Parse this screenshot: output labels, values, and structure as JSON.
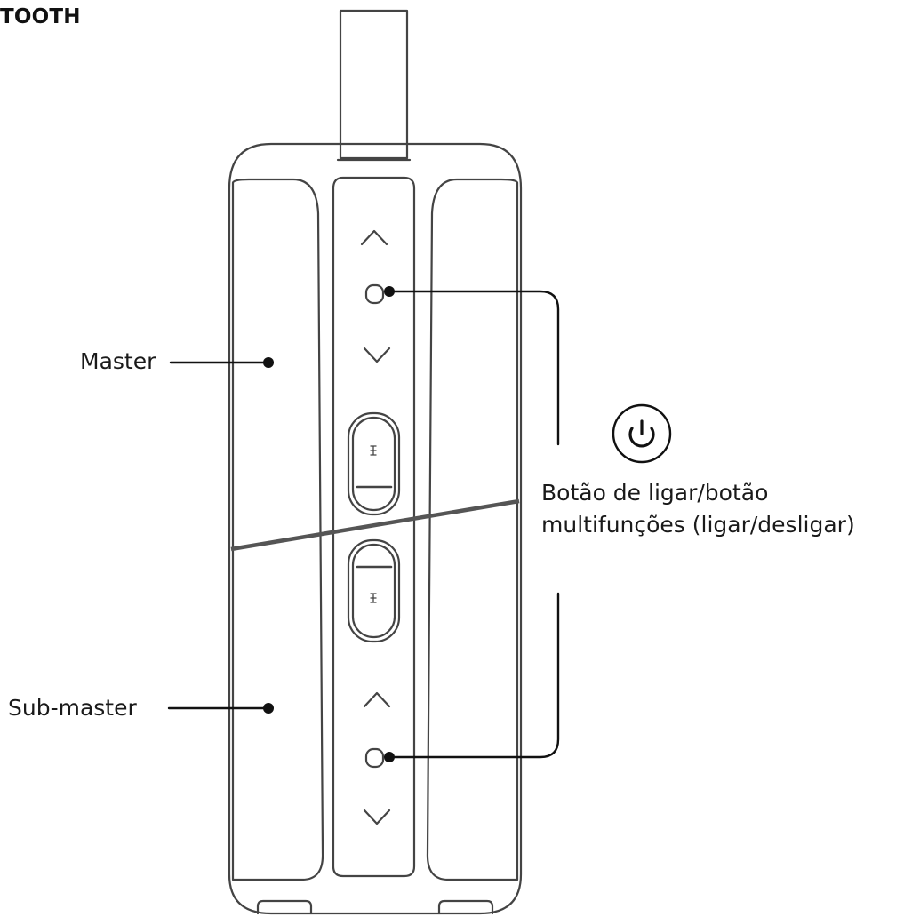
{
  "heading": "TOOTH",
  "labels": {
    "master": "Master",
    "sub_master": "Sub-master",
    "power_line1": "Botão de ligar/botão",
    "power_line2": "multifunções (ligar/desligar)"
  },
  "icons": {
    "power": "power-icon",
    "volume_up": "chevron-up-icon",
    "volume_down": "chevron-down-icon",
    "usb_port": "usb-port-icon"
  }
}
